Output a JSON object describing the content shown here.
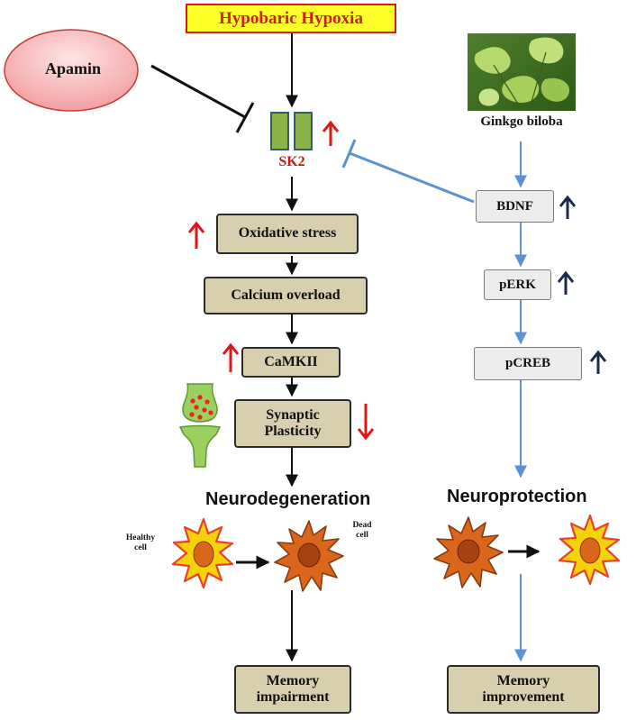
{
  "stimulus": "Hypobaric Hypoxia",
  "inhibitor": "Apamin",
  "channel": "SK2",
  "herb": "Ginkgo biloba",
  "left_path": {
    "oxidative": "Oxidative stress",
    "calcium": "Calcium overload",
    "camkii": "CaMKII",
    "synaptic_line1": "Synaptic",
    "synaptic_line2": "Plasticity",
    "neuro_title": "Neurodegeneration",
    "healthy_line1": "Healthy",
    "healthy_line2": "cell",
    "dead_line1": "Dead",
    "dead_line2": "cell",
    "outcome_line1": "Memory",
    "outcome_line2": "impairment"
  },
  "right_path": {
    "bdnf": "BDNF",
    "perk": "pERK",
    "pcreb": "pCREB",
    "neuro_title": "Neuroprotection",
    "outcome_line1": "Memory",
    "outcome_line2": "improvement"
  },
  "colors": {
    "up_arrow_red": "#e01515",
    "up_arrow_dark": "#1a2a4a",
    "blue_path": "#5b92d6",
    "tan_box": "#d8cfae",
    "healthy_cell": "#f5d20a",
    "dead_cell": "#d9661a"
  }
}
